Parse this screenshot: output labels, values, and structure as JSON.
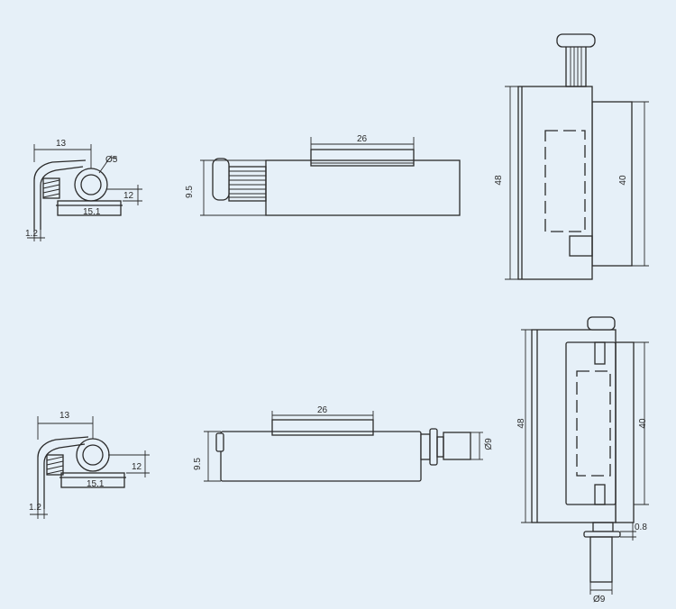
{
  "colors": {
    "background": "#e6f0f8",
    "line": "#2b2b2b"
  },
  "top_row": {
    "side_view": {
      "width": "13",
      "hole": "Ø5",
      "height": "12",
      "base": "15.1",
      "thickness": "1.2"
    },
    "front_view": {
      "slot": "26",
      "height": "9.5"
    },
    "end_view": {
      "outer": "48",
      "inner": "40"
    }
  },
  "bottom_row": {
    "side_view": {
      "width": "13",
      "height": "12",
      "base": "15.1",
      "thickness": "1.2"
    },
    "front_view": {
      "slot": "26",
      "height": "9.5",
      "pin": "Ø9"
    },
    "end_view": {
      "outer": "48",
      "inner": "40",
      "gap": "0.8",
      "pin": "Ø9"
    }
  }
}
